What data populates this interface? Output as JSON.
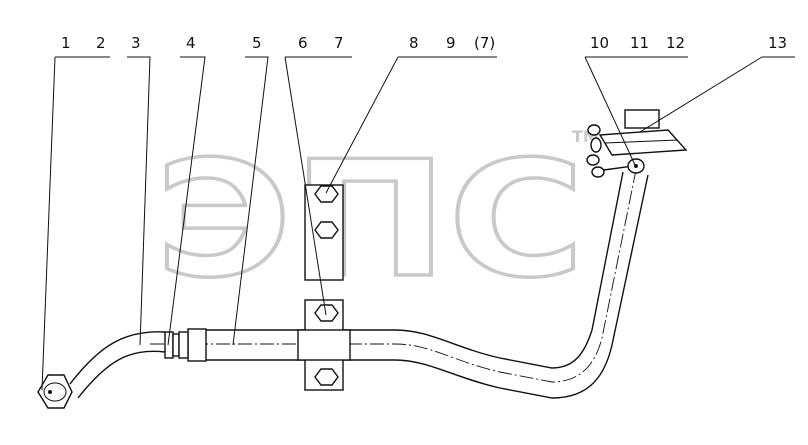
{
  "watermark": {
    "text": "ЭПС",
    "tm": "ТМ"
  },
  "callouts": [
    {
      "id": "c1",
      "text": "1"
    },
    {
      "id": "c2",
      "text": "2"
    },
    {
      "id": "c3",
      "text": "3"
    },
    {
      "id": "c4",
      "text": "4"
    },
    {
      "id": "c5",
      "text": "5"
    },
    {
      "id": "c6",
      "text": "6"
    },
    {
      "id": "c7",
      "text": "7"
    },
    {
      "id": "c8",
      "text": "8"
    },
    {
      "id": "c9",
      "text": "9"
    },
    {
      "id": "c9b",
      "text": "(7)"
    },
    {
      "id": "c10",
      "text": "10"
    },
    {
      "id": "c11",
      "text": "11"
    },
    {
      "id": "c12",
      "text": "12"
    },
    {
      "id": "c13",
      "text": "13"
    }
  ]
}
